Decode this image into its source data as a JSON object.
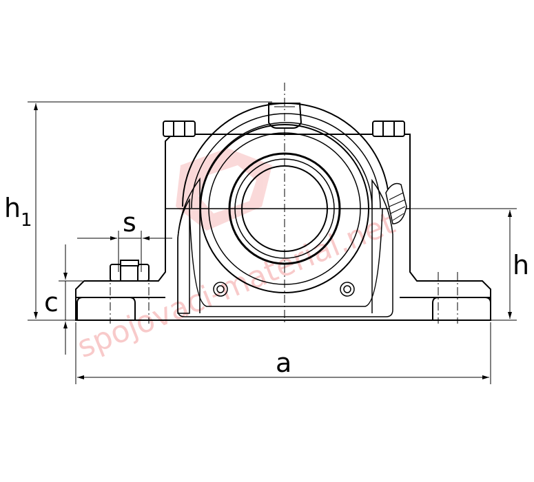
{
  "drawing": {
    "subject": "",
    "labels": {
      "h1_main": "h",
      "h1_sub": "1",
      "h": "h",
      "s": "s",
      "c": "c",
      "a": "a"
    },
    "watermark": "spojovaci-material.net",
    "colors": {
      "line": "#000000",
      "watermark": "#f4a0a0"
    }
  }
}
